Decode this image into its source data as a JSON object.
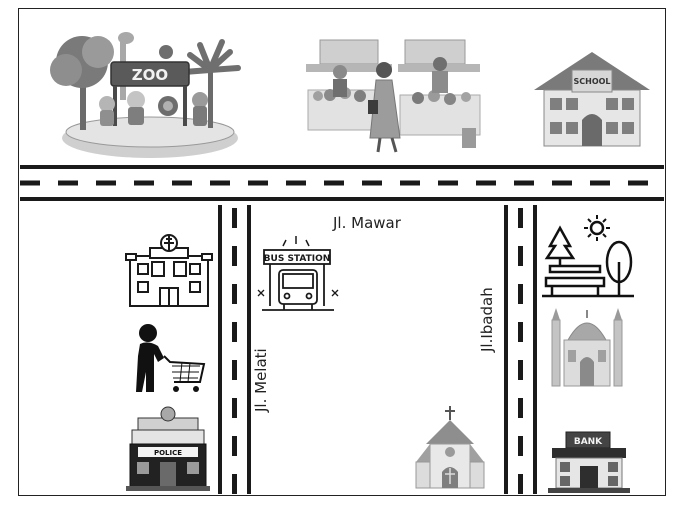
{
  "map": {
    "roads": {
      "horizontal_label": "Jl. Mawar",
      "left_vertical_label": "Jl. Melati",
      "right_vertical_label": "Jl.Ibadah"
    },
    "landmarks": {
      "zoo_sign": "ZOO",
      "school_sign": "SCHOOL",
      "bus_station_sign": "BUS STATION",
      "police_sign": "POLICE",
      "bank_sign": "BANK"
    },
    "landmark_icons": [
      "zoo-icon",
      "market-icon",
      "school-icon",
      "hospital-icon",
      "shopper-icon",
      "police-station-icon",
      "bus-station-icon",
      "church-icon",
      "park-icon",
      "mosque-icon",
      "bank-icon"
    ],
    "colors": {
      "road_line": "#1a1a1a",
      "building_dark": "#3a3a3a",
      "building_mid": "#8c8c8c",
      "building_light": "#d9d9d9"
    }
  }
}
